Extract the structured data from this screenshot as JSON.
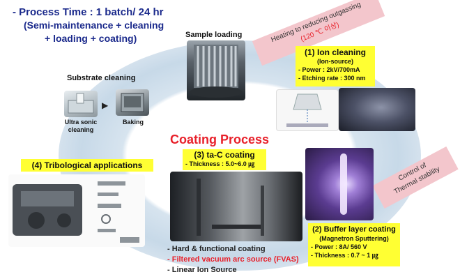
{
  "header": {
    "line1": "- Process Time : 1 batch/ 24 hr",
    "line2": "(Semi-maintenance + cleaning",
    "line3": "+ loading + coating)"
  },
  "center_title": "Coating Process",
  "sample_loading": "Sample loading",
  "substrate": {
    "title": "Substrate cleaning",
    "ultrasonic": "Ultra sonic cleaning",
    "baking": "Baking"
  },
  "heating_note": {
    "line1": "Heating to reducing  outgassing",
    "line2": "(120 ℃ 이상)"
  },
  "ion_cleaning": {
    "title": "(1) Ion cleaning",
    "subtitle": "(Ion-source)",
    "power": "- Power : 2kV/700mA",
    "etching": "- Etching rate : 300 nm"
  },
  "thermal_note": {
    "line1": "Control of",
    "line2": "Thermal stability"
  },
  "buffer": {
    "title": "(2) Buffer layer coating",
    "subtitle": "(Magnetron Sputtering)",
    "power": "- Power : 8A/ 560 V",
    "thickness": "- Thickness : 0.7 ~ 1 ㎍"
  },
  "tac": {
    "title": "(3) ta-C coating",
    "thickness": "- Thickness : 5.0~6.0 ㎍"
  },
  "tribological": {
    "title": "(4) Tribological applications"
  },
  "bullets": {
    "b1": "- Hard & functional coating",
    "b2": "- Filtered vacuum arc source (FVAS)",
    "b3": "- Linear Ion Source"
  },
  "colors": {
    "header_blue": "#1b2a8c",
    "title_red": "#e8202a",
    "label_yellow": "#ffff33",
    "note_pink": "#f3c6cc",
    "ring_blue": "#c7d9e8"
  }
}
